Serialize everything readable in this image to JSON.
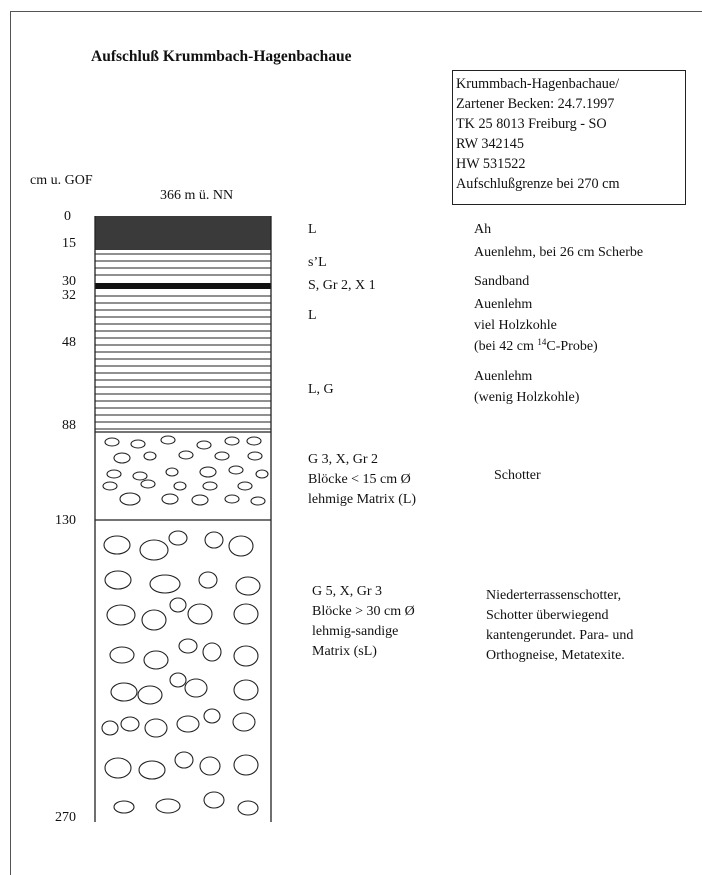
{
  "title": "Aufschluß Krummbach-Hagenbachaue",
  "info": {
    "lines": [
      "Krummbach-Hagenbachaue/",
      "Zartener Becken: 24.7.1997",
      "TK 25 8013 Freiburg - SO",
      "RW 342145",
      "HW 531522",
      "Aufschlußgrenze bei 270 cm"
    ]
  },
  "axis": {
    "depth_unit_label": "cm u. GOF",
    "elevation_label": "366 m  ü. NN",
    "depth_ticks": [
      "0",
      "15",
      "30",
      "32",
      "48",
      "88",
      "130",
      "270"
    ]
  },
  "layers": [
    {
      "texture": "L",
      "description": "Ah"
    },
    {
      "texture": "s’L",
      "description": "Auenlehm, bei 26 cm Scherbe"
    },
    {
      "texture": "S, Gr 2, X 1",
      "description": "Sandband"
    },
    {
      "texture": "L",
      "description": [
        "Auenlehm",
        "viel Holzkohle",
        "(bei 42 cm ",
        "14",
        "C-Probe)"
      ]
    },
    {
      "texture": "L, G",
      "description": [
        "Auenlehm",
        "(wenig Holzkohle)"
      ]
    },
    {
      "texture": [
        "G 3, X, Gr 2",
        "Blöcke < 15 cm Ø",
        "lehmige Matrix (L)"
      ],
      "description": "Schotter"
    },
    {
      "texture": [
        "G 5, X, Gr 3",
        "Blöcke > 30 cm Ø",
        "lehmig-sandige",
        "Matrix (sL)"
      ],
      "description": [
        "Niederterrassenschotter,",
        "Schotter überwiegend",
        "kantengerundet. Para- und",
        "Orthogneise, Metatexite."
      ]
    }
  ]
}
